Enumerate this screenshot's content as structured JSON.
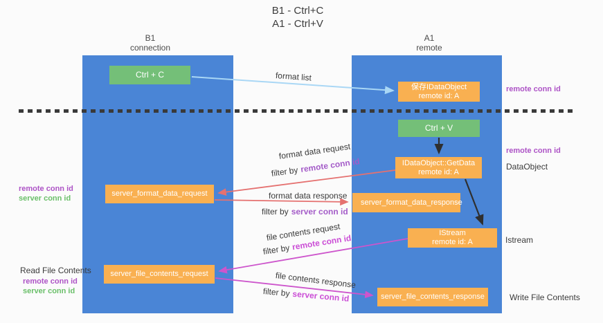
{
  "title": {
    "line1": "B1 - Ctrl+C",
    "line2": "A1 - Ctrl+V"
  },
  "columns": {
    "left": {
      "name": "B1",
      "subtitle": "connection"
    },
    "right": {
      "name": "A1",
      "subtitle": "remote"
    }
  },
  "nodes": {
    "ctrl_c": {
      "label": "Ctrl + C"
    },
    "ctrl_v": {
      "label": "Ctrl + V"
    },
    "save_dataobject": {
      "line1": "保存IDataObject",
      "line2": "remote id: A"
    },
    "getdata": {
      "line1": "IDataObject::GetData",
      "line2": "remote id: A"
    },
    "istream": {
      "line1": "IStream",
      "line2": "remote id: A"
    },
    "server_format_data_request": {
      "label": "server_format_data_request"
    },
    "server_format_data_response": {
      "label": "server_format_data_response"
    },
    "server_file_contents_request": {
      "label": "server_file_contents_request"
    },
    "server_file_contents_response": {
      "label": "server_file_contents_response"
    }
  },
  "flow_labels": {
    "format_list": "format list",
    "format_data_request": "format data request",
    "format_data_response": "format data response",
    "file_contents_request": "file contents request",
    "file_contents_response": "file contents response",
    "filter_by": "filter by",
    "remote_conn_id": "remote conn id",
    "server_conn_id": "server conn id"
  },
  "side_labels": {
    "left": {
      "remote_conn_id": "remote conn id",
      "server_conn_id": "server conn id",
      "read_file_contents": "Read File Contents"
    },
    "right": {
      "remote_conn_id_top": "remote conn id",
      "remote_conn_id_mid": "remote conn id",
      "dataobject": "DataObject",
      "istream": "Istream",
      "write_file_contents": "Write File Contents"
    }
  },
  "colors": {
    "column_blue": "#4a85d6",
    "node_green": "#74bf78",
    "node_orange": "#f9b051",
    "arrow_light_blue": "#a9d7f5",
    "arrow_red": "#e57170",
    "arrow_magenta": "#cd55cc",
    "arrow_black": "#2f2f2f",
    "text_purple": "#a45cc8",
    "text_magenta": "#cb4ed6",
    "text_green": "#6abf69"
  }
}
